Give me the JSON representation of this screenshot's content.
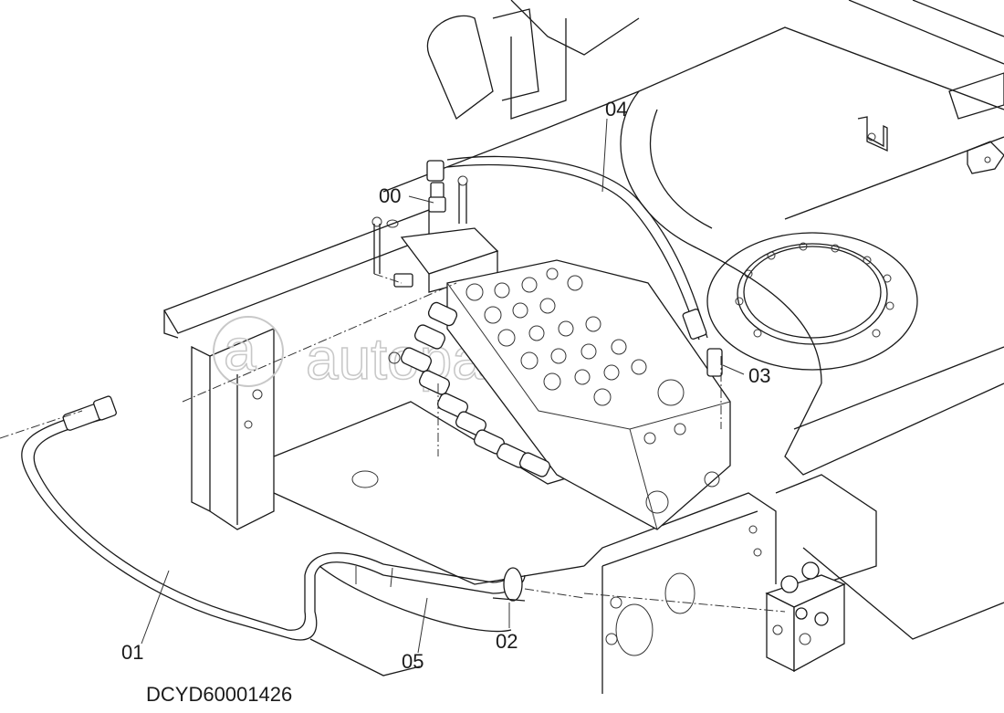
{
  "diagram": {
    "title": "Control valve hydraulic line installation",
    "drawing_code": "DCYD60001426",
    "watermark": "autoparts.ru",
    "callouts": [
      {
        "id": "00",
        "label": "00",
        "part": "fitting"
      },
      {
        "id": "01",
        "label": "01",
        "part": "hose"
      },
      {
        "id": "02",
        "label": "02",
        "part": "clamp"
      },
      {
        "id": "03",
        "label": "03",
        "part": "elbow fitting"
      },
      {
        "id": "04",
        "label": "04",
        "part": "hose"
      },
      {
        "id": "05",
        "label": "05",
        "part": "hose protector"
      }
    ],
    "components": [
      {
        "name": "control-valve-block"
      },
      {
        "name": "swing-bearing-ring"
      },
      {
        "name": "upper-frame"
      },
      {
        "name": "solenoid-valve-block"
      },
      {
        "name": "mounting-bracket"
      }
    ]
  }
}
